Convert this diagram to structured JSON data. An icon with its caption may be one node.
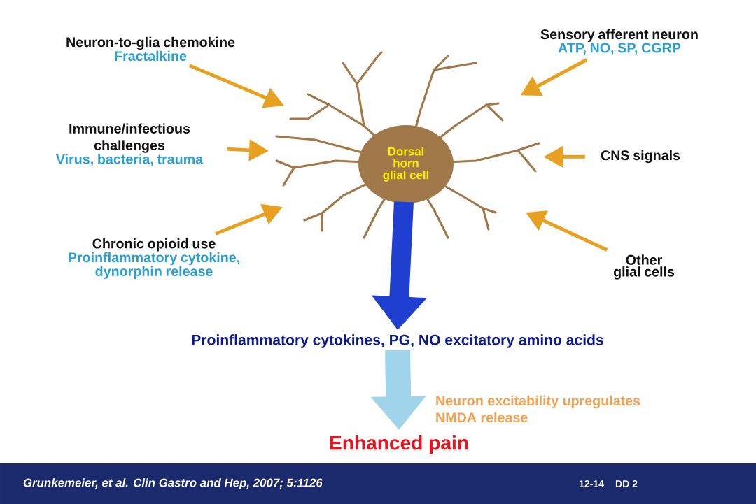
{
  "diagram": {
    "nodes": [
      {
        "text": [
          "Neuron-to-glia chemokine",
          "Fractalkine"
        ]
      },
      {
        "text": [
          "Sensory afferent neuron",
          "ATP, NO, SP, CGRP"
        ]
      },
      {
        "text": [
          "Immune/infectious challenges",
          "Virus, bacteria, trauma"
        ]
      },
      {
        "text": [
          "CNS signals"
        ]
      },
      {
        "text": [
          "Chronic opioid use",
          "Proinflammatory cytokine, dynorphin release"
        ]
      },
      {
        "text": [
          "Other glial cells"
        ]
      },
      {
        "text": [
          "Dorsal horn glial cell"
        ]
      },
      {
        "text": [
          "Proinflammatory cytokines, PG, NO excitatory amino acids"
        ]
      },
      {
        "text": [
          "Enhanced pain"
        ]
      }
    ],
    "edges": [
      {
        "from": 0,
        "to": 6,
        "arrow": "to"
      },
      {
        "from": 1,
        "to": 6,
        "arrow": "to"
      },
      {
        "from": 2,
        "to": 6,
        "arrow": "to"
      },
      {
        "from": 3,
        "to": 6,
        "arrow": "to"
      },
      {
        "from": 4,
        "to": 6,
        "arrow": "to"
      },
      {
        "from": 5,
        "to": 6,
        "arrow": "to"
      },
      {
        "from": 6,
        "to": 7,
        "arrow": "to",
        "style": "thick",
        "color": "#1f3fd0"
      },
      {
        "from": 7,
        "to": 8,
        "arrow": "to",
        "style": "thick",
        "color": "#9fd4ea"
      }
    ],
    "labels": [
      "Neuron excitability upregulates NMDA release",
      "Grunkemeier, et al. Clin Gastro and Hep, 2007; 5:1126",
      "12-14",
      "DD 2"
    ]
  }
}
